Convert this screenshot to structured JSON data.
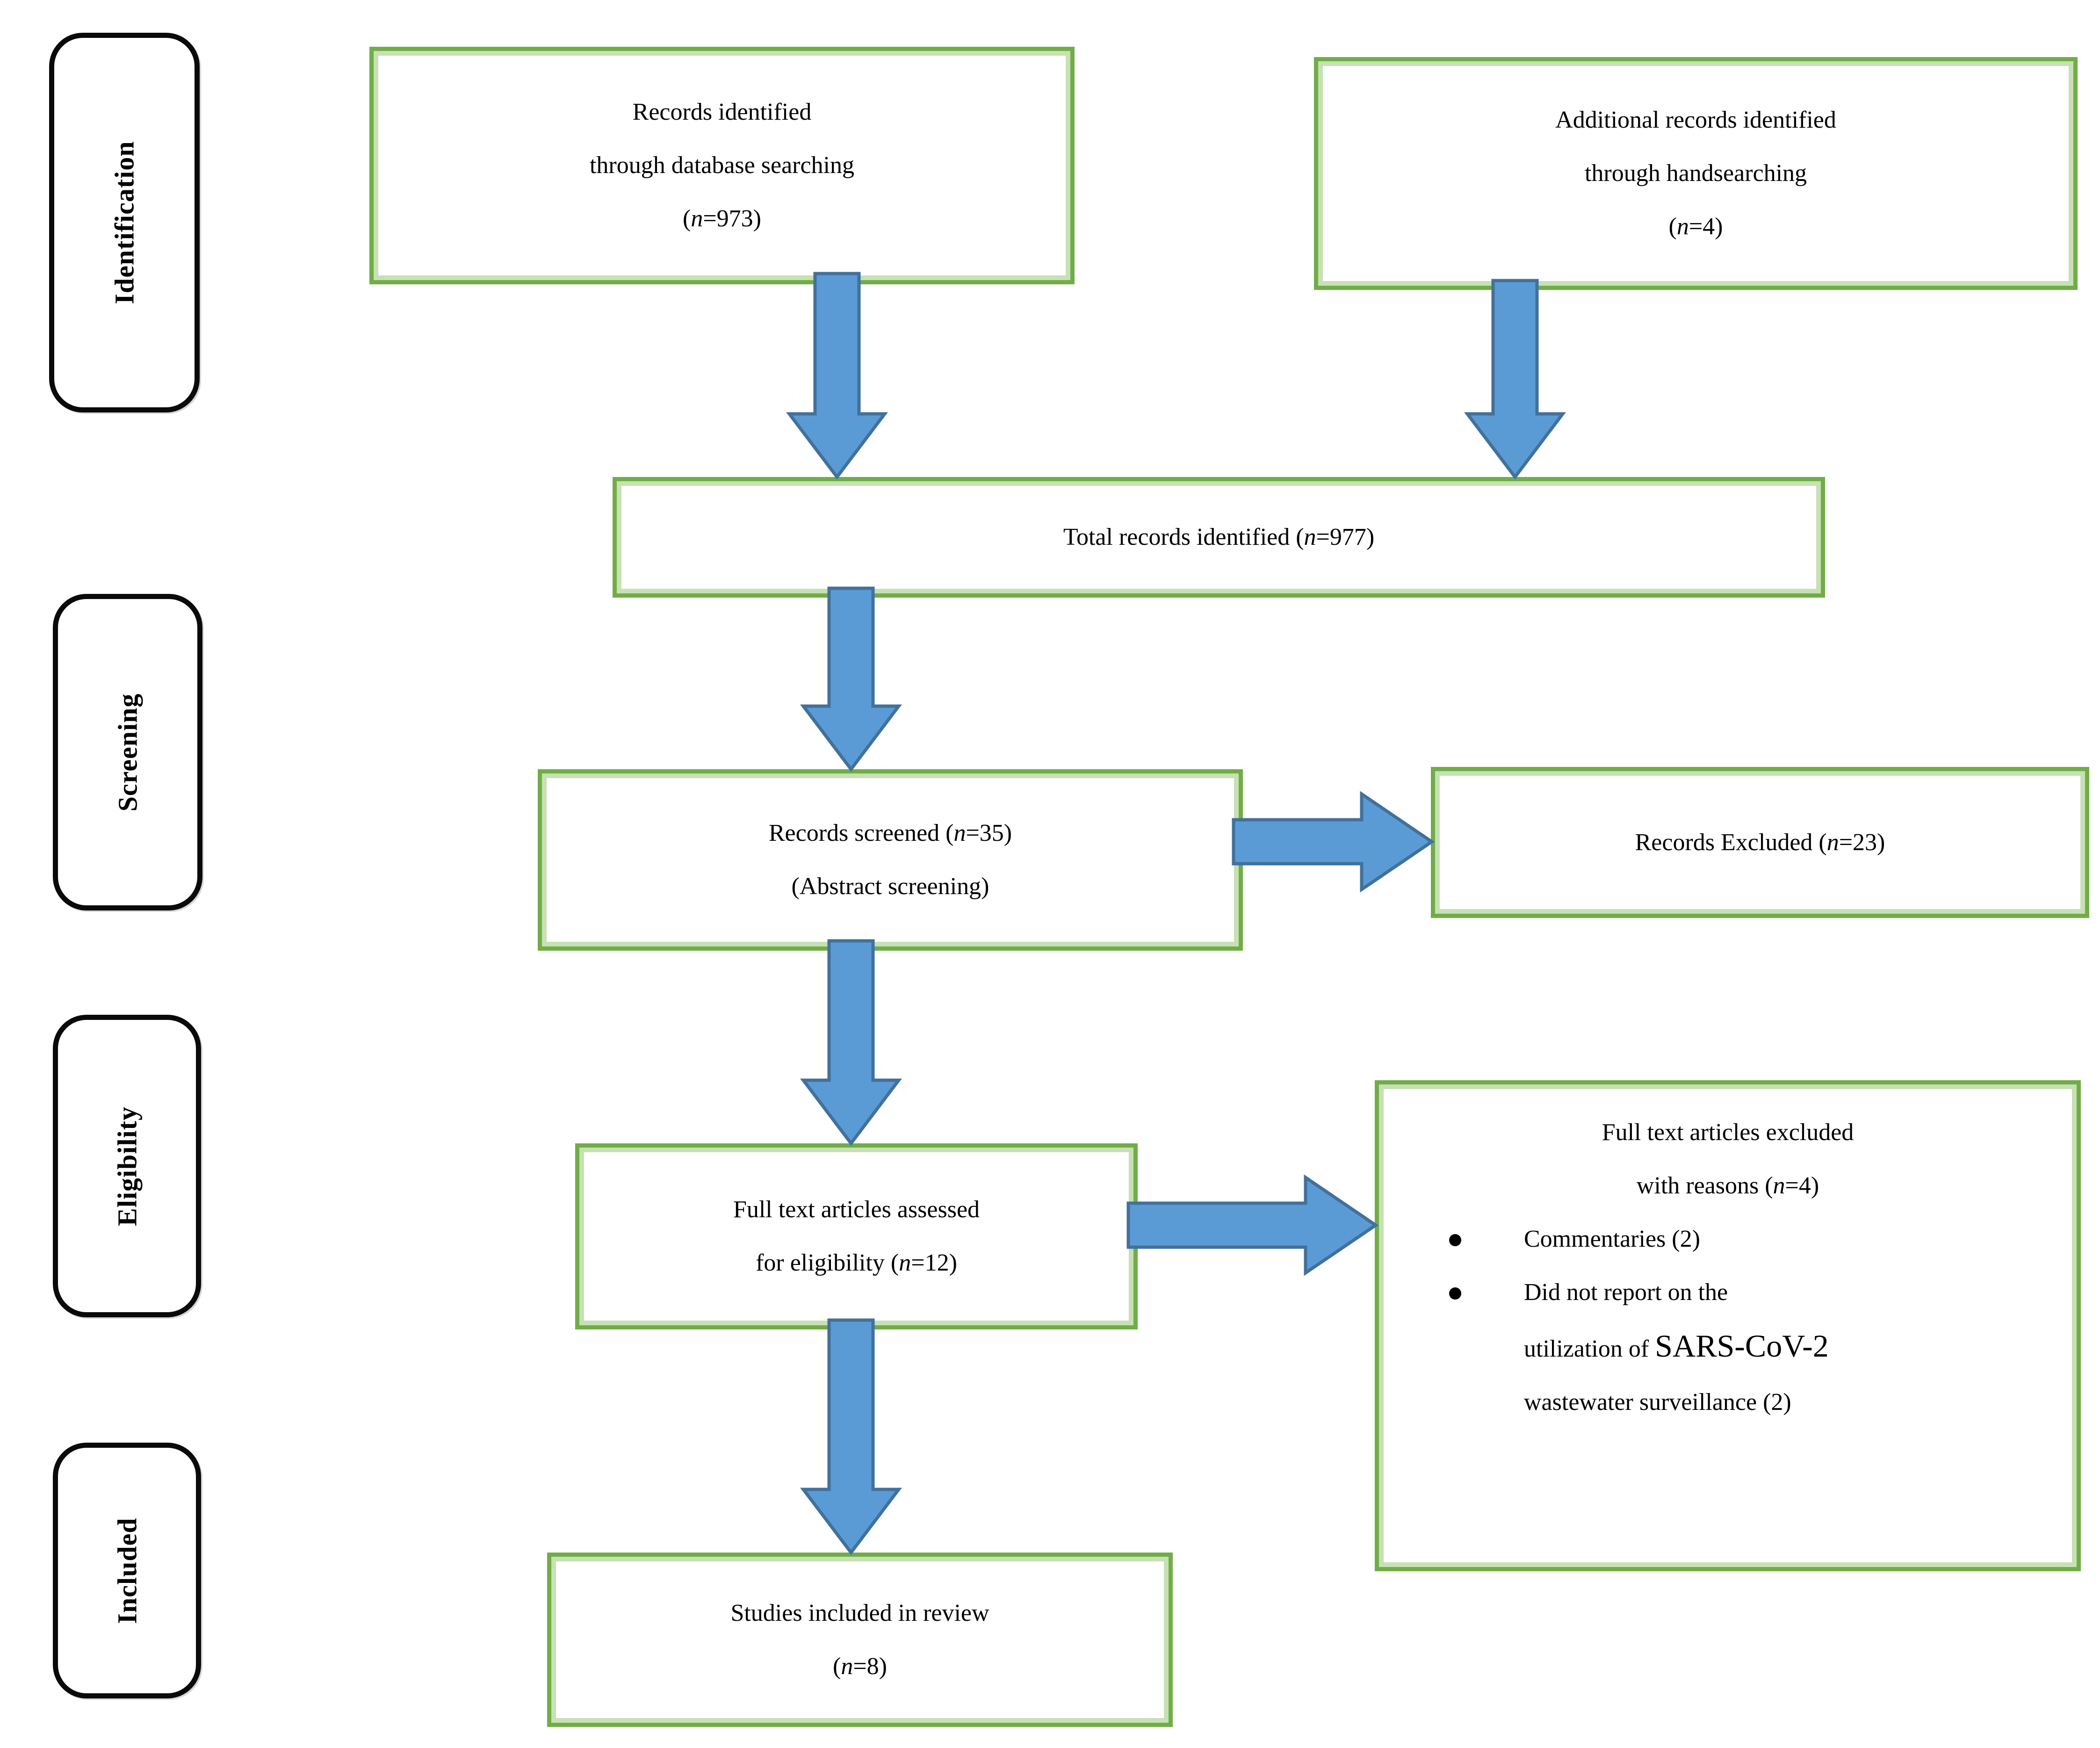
{
  "stages": [
    {
      "label": "Identification"
    },
    {
      "label": "Screening"
    },
    {
      "label": "Eligibility"
    },
    {
      "label": "Included"
    }
  ],
  "boxes": {
    "records_identified": {
      "lines": [
        "Records identified",
        "through database searching",
        "(n=973)"
      ]
    },
    "additional_records": {
      "lines": [
        "Additional records identified",
        "through handsearching",
        "(n=4)"
      ]
    },
    "total_records": {
      "lines": [
        "Total records identified (n=977)"
      ]
    },
    "records_screened": {
      "lines": [
        "Records screened (n=35)",
        "(Abstract screening)"
      ]
    },
    "records_excluded": {
      "lines": [
        "Records Excluded (n=23)"
      ]
    },
    "full_text_assessed": {
      "lines": [
        "Full text articles assessed",
        "for eligibility (n=12)"
      ]
    },
    "full_text_excluded": {
      "heading_lines": [
        "Full text articles excluded",
        "with reasons (n=4)"
      ],
      "bullets": [
        [
          "Commentaries (2)"
        ],
        [
          "Did not report on the",
          "utilization of SARS-CoV-2",
          "wastewater surveillance (2)"
        ]
      ]
    },
    "studies_included": {
      "lines": [
        "Studies included in review",
        "(n=8)"
      ]
    }
  },
  "colors": {
    "box_border_green": "#70AD47",
    "box_border_green_light": "#C7E0B4",
    "arrow_fill_blue": "#5B9BD5",
    "arrow_outline_blue": "#41719C",
    "stage_border_black": "#0A0A0A",
    "text_color": "#000000"
  }
}
